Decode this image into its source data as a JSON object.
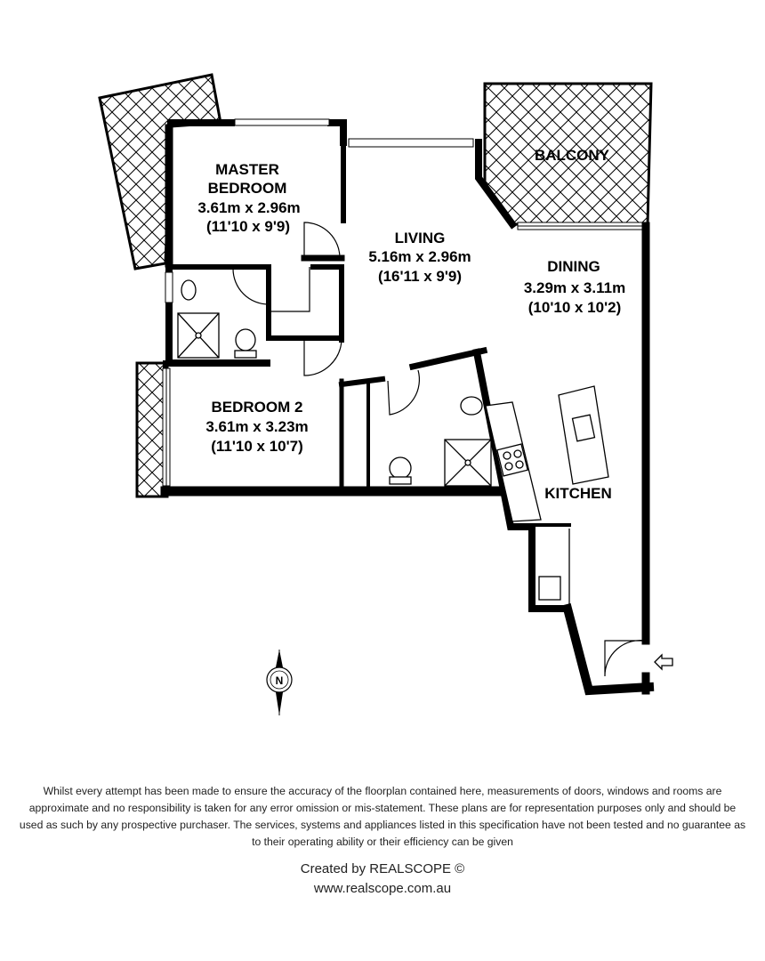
{
  "rooms": {
    "master_bedroom": {
      "line1": "MASTER",
      "line2": "BEDROOM",
      "dims_m": "3.61m x 2.96m",
      "dims_ft": "(11'10 x 9'9)"
    },
    "living": {
      "name": "LIVING",
      "dims_m": "5.16m x 2.96m",
      "dims_ft": "(16'11 x 9'9)"
    },
    "dining": {
      "name": "DINING",
      "dims_m": "3.29m x 3.11m",
      "dims_ft": "(10'10 x 10'2)"
    },
    "balcony": {
      "name": "BALCONY"
    },
    "bedroom2": {
      "name": "BEDROOM 2",
      "dims_m": "3.61m x 3.23m",
      "dims_ft": "(11'10 x 10'7)"
    },
    "kitchen": {
      "name": "KITCHEN"
    }
  },
  "compass": {
    "letter": "N"
  },
  "disclaimer": "Whilst every attempt has been made to ensure the accuracy of the floorplan contained here, measurements of doors, windows and rooms are approximate and no responsibility is taken for any error omission or mis-statement. These plans are for representation purposes only and should be used as such by any prospective purchaser. The services, systems and appliances listed in this specification have not been tested and no guarantee as to their operating ability or their efficiency can be given",
  "credits": {
    "created_by": "Created by REALSCOPE ©",
    "website": "www.realscope.com.au"
  }
}
